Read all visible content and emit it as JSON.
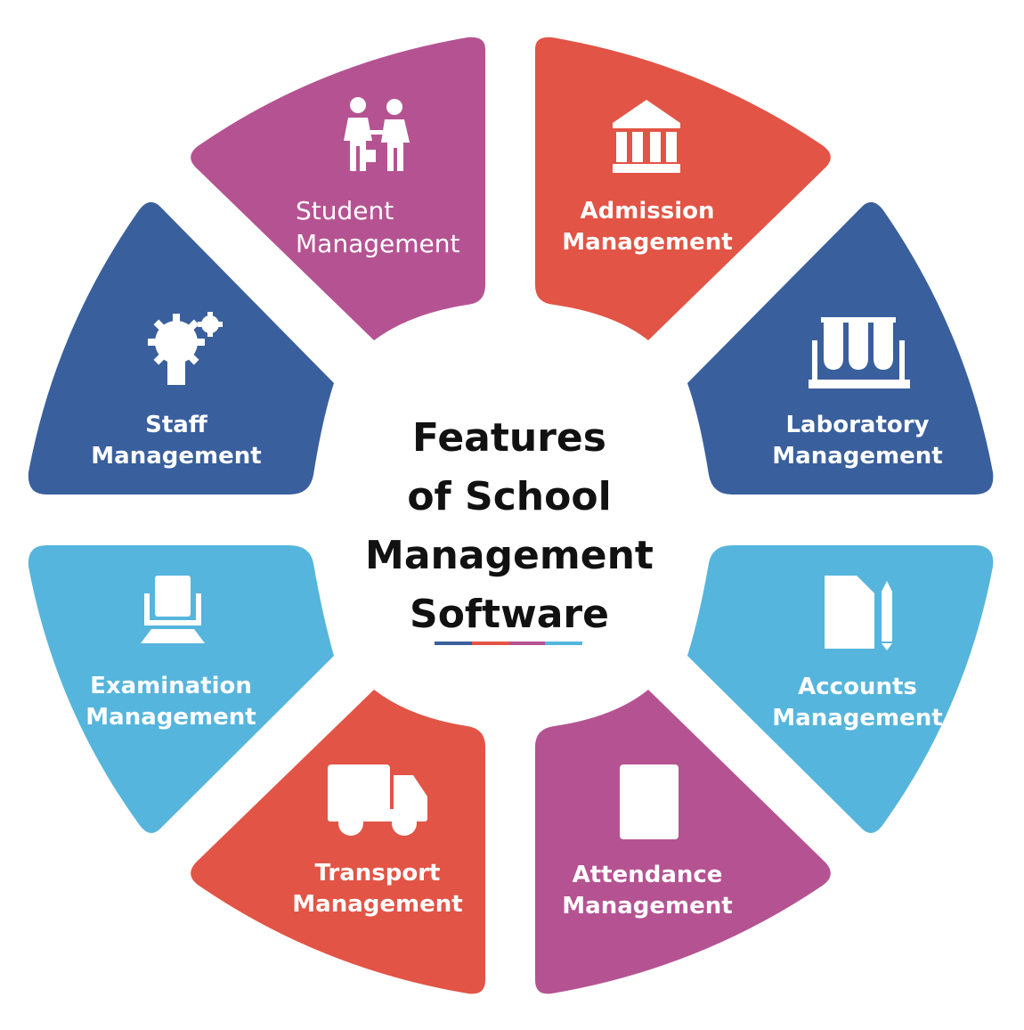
{
  "center": {
    "title_lines": [
      "Features",
      "of School",
      "Management",
      "Software"
    ],
    "underline_colors": [
      "#3A5F9D",
      "#E25445",
      "#B55392",
      "#56B5DC"
    ]
  },
  "colors": {
    "purple": "#B55392",
    "red": "#E25445",
    "navy": "#3A5F9D",
    "sky": "#56B5DC"
  },
  "segments": [
    {
      "id": "student",
      "line1": "Student",
      "line2": "Management",
      "color": "#B55392",
      "icon": "people-handshake-icon"
    },
    {
      "id": "admission",
      "line1": "Admission",
      "line2": "Management",
      "color": "#E25445",
      "icon": "institution-building-icon"
    },
    {
      "id": "laboratory",
      "line1": "Laboratory",
      "line2": "Management",
      "color": "#3A5F9D",
      "icon": "test-tubes-icon"
    },
    {
      "id": "accounts",
      "line1": "Accounts",
      "line2": "Management",
      "color": "#56B5DC",
      "icon": "calculator-document-pencil-icon"
    },
    {
      "id": "attendance",
      "line1": "Attendance",
      "line2": "Management",
      "color": "#B55392",
      "icon": "id-card-check-icon"
    },
    {
      "id": "transport",
      "line1": "Transport",
      "line2": "Management",
      "color": "#E25445",
      "icon": "truck-icon"
    },
    {
      "id": "examination",
      "line1": "Examination",
      "line2": "Management",
      "color": "#56B5DC",
      "icon": "exam-desk-icon"
    },
    {
      "id": "staff",
      "line1": "Staff",
      "line2": "Management",
      "color": "#3A5F9D",
      "icon": "gear-person-icon"
    }
  ]
}
